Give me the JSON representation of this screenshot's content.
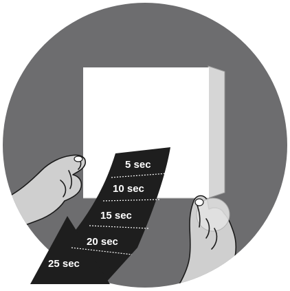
{
  "colors": {
    "background_circle": "#6d6d6f",
    "board_front": "#ffffff",
    "board_side": "#d6d6d6",
    "sticker_band": "#1e1e1e",
    "divider": "#ffffff",
    "hand_fill": "#cfcfcf",
    "hand_stroke": "#1a1a1a"
  },
  "timeline": {
    "segments": [
      {
        "label": "5 sec"
      },
      {
        "label": "10 sec"
      },
      {
        "label": "15 sec"
      },
      {
        "label": "20 sec"
      },
      {
        "label": "25 sec"
      }
    ]
  }
}
